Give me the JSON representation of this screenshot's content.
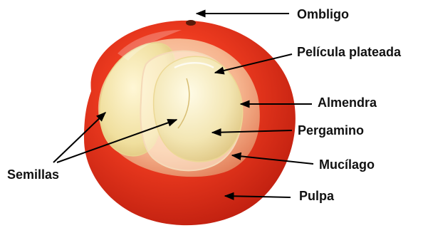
{
  "labels": {
    "ombligo": "Ombligo",
    "pelicula": "Película plateada",
    "almendra": "Almendra",
    "pergamino": "Pergamino",
    "mucilago": "Mucílago",
    "pulpa": "Pulpa",
    "semillas": "Semillas"
  },
  "colors": {
    "pulp": "#e8371f",
    "seed": "#f2e6b0",
    "text": "#111111",
    "arrow": "#000000"
  }
}
